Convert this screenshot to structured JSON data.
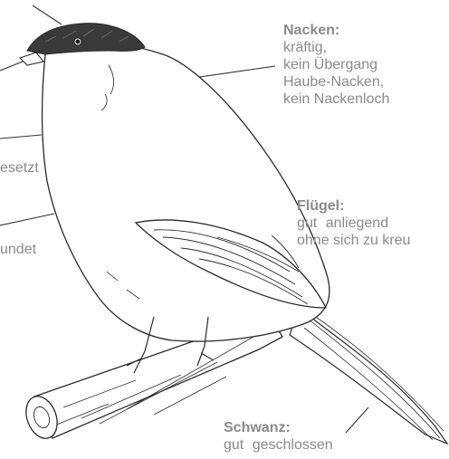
{
  "labels": {
    "nacken": {
      "heading": "Nacken:",
      "lines": [
        "kräftig,",
        "kein Übergang",
        "Haube-Nacken,",
        "kein Nackenloch"
      ]
    },
    "fluegel": {
      "heading": "Flügel:",
      "lines": [
        "gut anliegend",
        "ohne sich zu kreu"
      ]
    },
    "schwanz": {
      "heading": "Schwanz:",
      "lines": [
        "gut geschlossen"
      ]
    },
    "left_fragments": {
      "upper": "esetzt",
      "lower": "undet"
    }
  },
  "colors": {
    "label_text": "#8a8a8a",
    "drawing_stroke": "#2a2a2a",
    "crest": "#3a3a3a",
    "leader_line": "#333333",
    "background": "#ffffff"
  }
}
